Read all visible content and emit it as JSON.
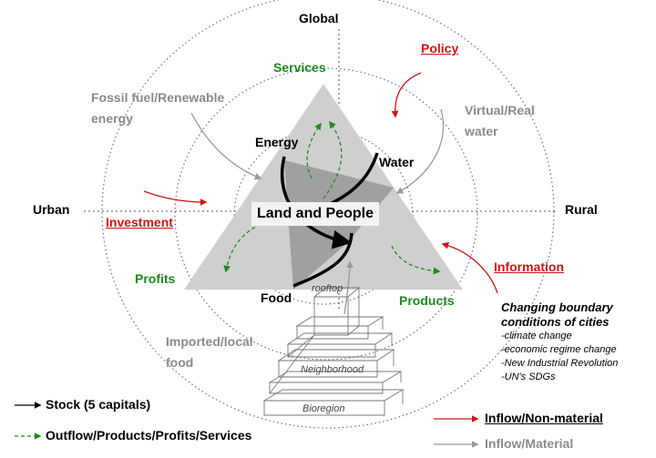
{
  "axes": {
    "top": "Global",
    "left": "Urban",
    "right": "Rural"
  },
  "core": {
    "center": "Land and People",
    "nodes": {
      "energy": "Energy",
      "water": "Water",
      "food": "Food"
    }
  },
  "outputs": {
    "services": "Services",
    "profits": "Profits",
    "products": "Products"
  },
  "inputs": {
    "fossil_renewable": [
      "Fossil fuel/Renewable",
      "energy"
    ],
    "virtual_real_water": [
      "Virtual/Real",
      "water"
    ],
    "imported_local_food": [
      "Imported/local",
      "food"
    ]
  },
  "drivers": {
    "policy": "Policy",
    "investment": "Investment",
    "information": "Information"
  },
  "scales": {
    "rooftop": "rooftop",
    "neighborhood": "Neighborhood",
    "bioregion": "Bioregion"
  },
  "boundary": {
    "title": [
      "Changing boundary",
      "conditions of cities"
    ],
    "items": [
      "-climate change",
      "-economic regime change",
      "-New Industrial Revolution",
      "-UN's SDGs"
    ]
  },
  "legend": {
    "stock": "Stock (5 capitals)",
    "outflow": "Outflow/Products/Profits/Services",
    "inflow_nonmaterial": "Inflow/Non-material",
    "inflow_material": "Inflow/Material"
  },
  "colors": {
    "red": "#d01414",
    "green": "#1f8a1f",
    "grey_text": "#8a8a8a",
    "triangle_fill": "#cfcfcf",
    "inner_fill": "#9a9a9a",
    "ring_color": "#5b6fb0"
  }
}
